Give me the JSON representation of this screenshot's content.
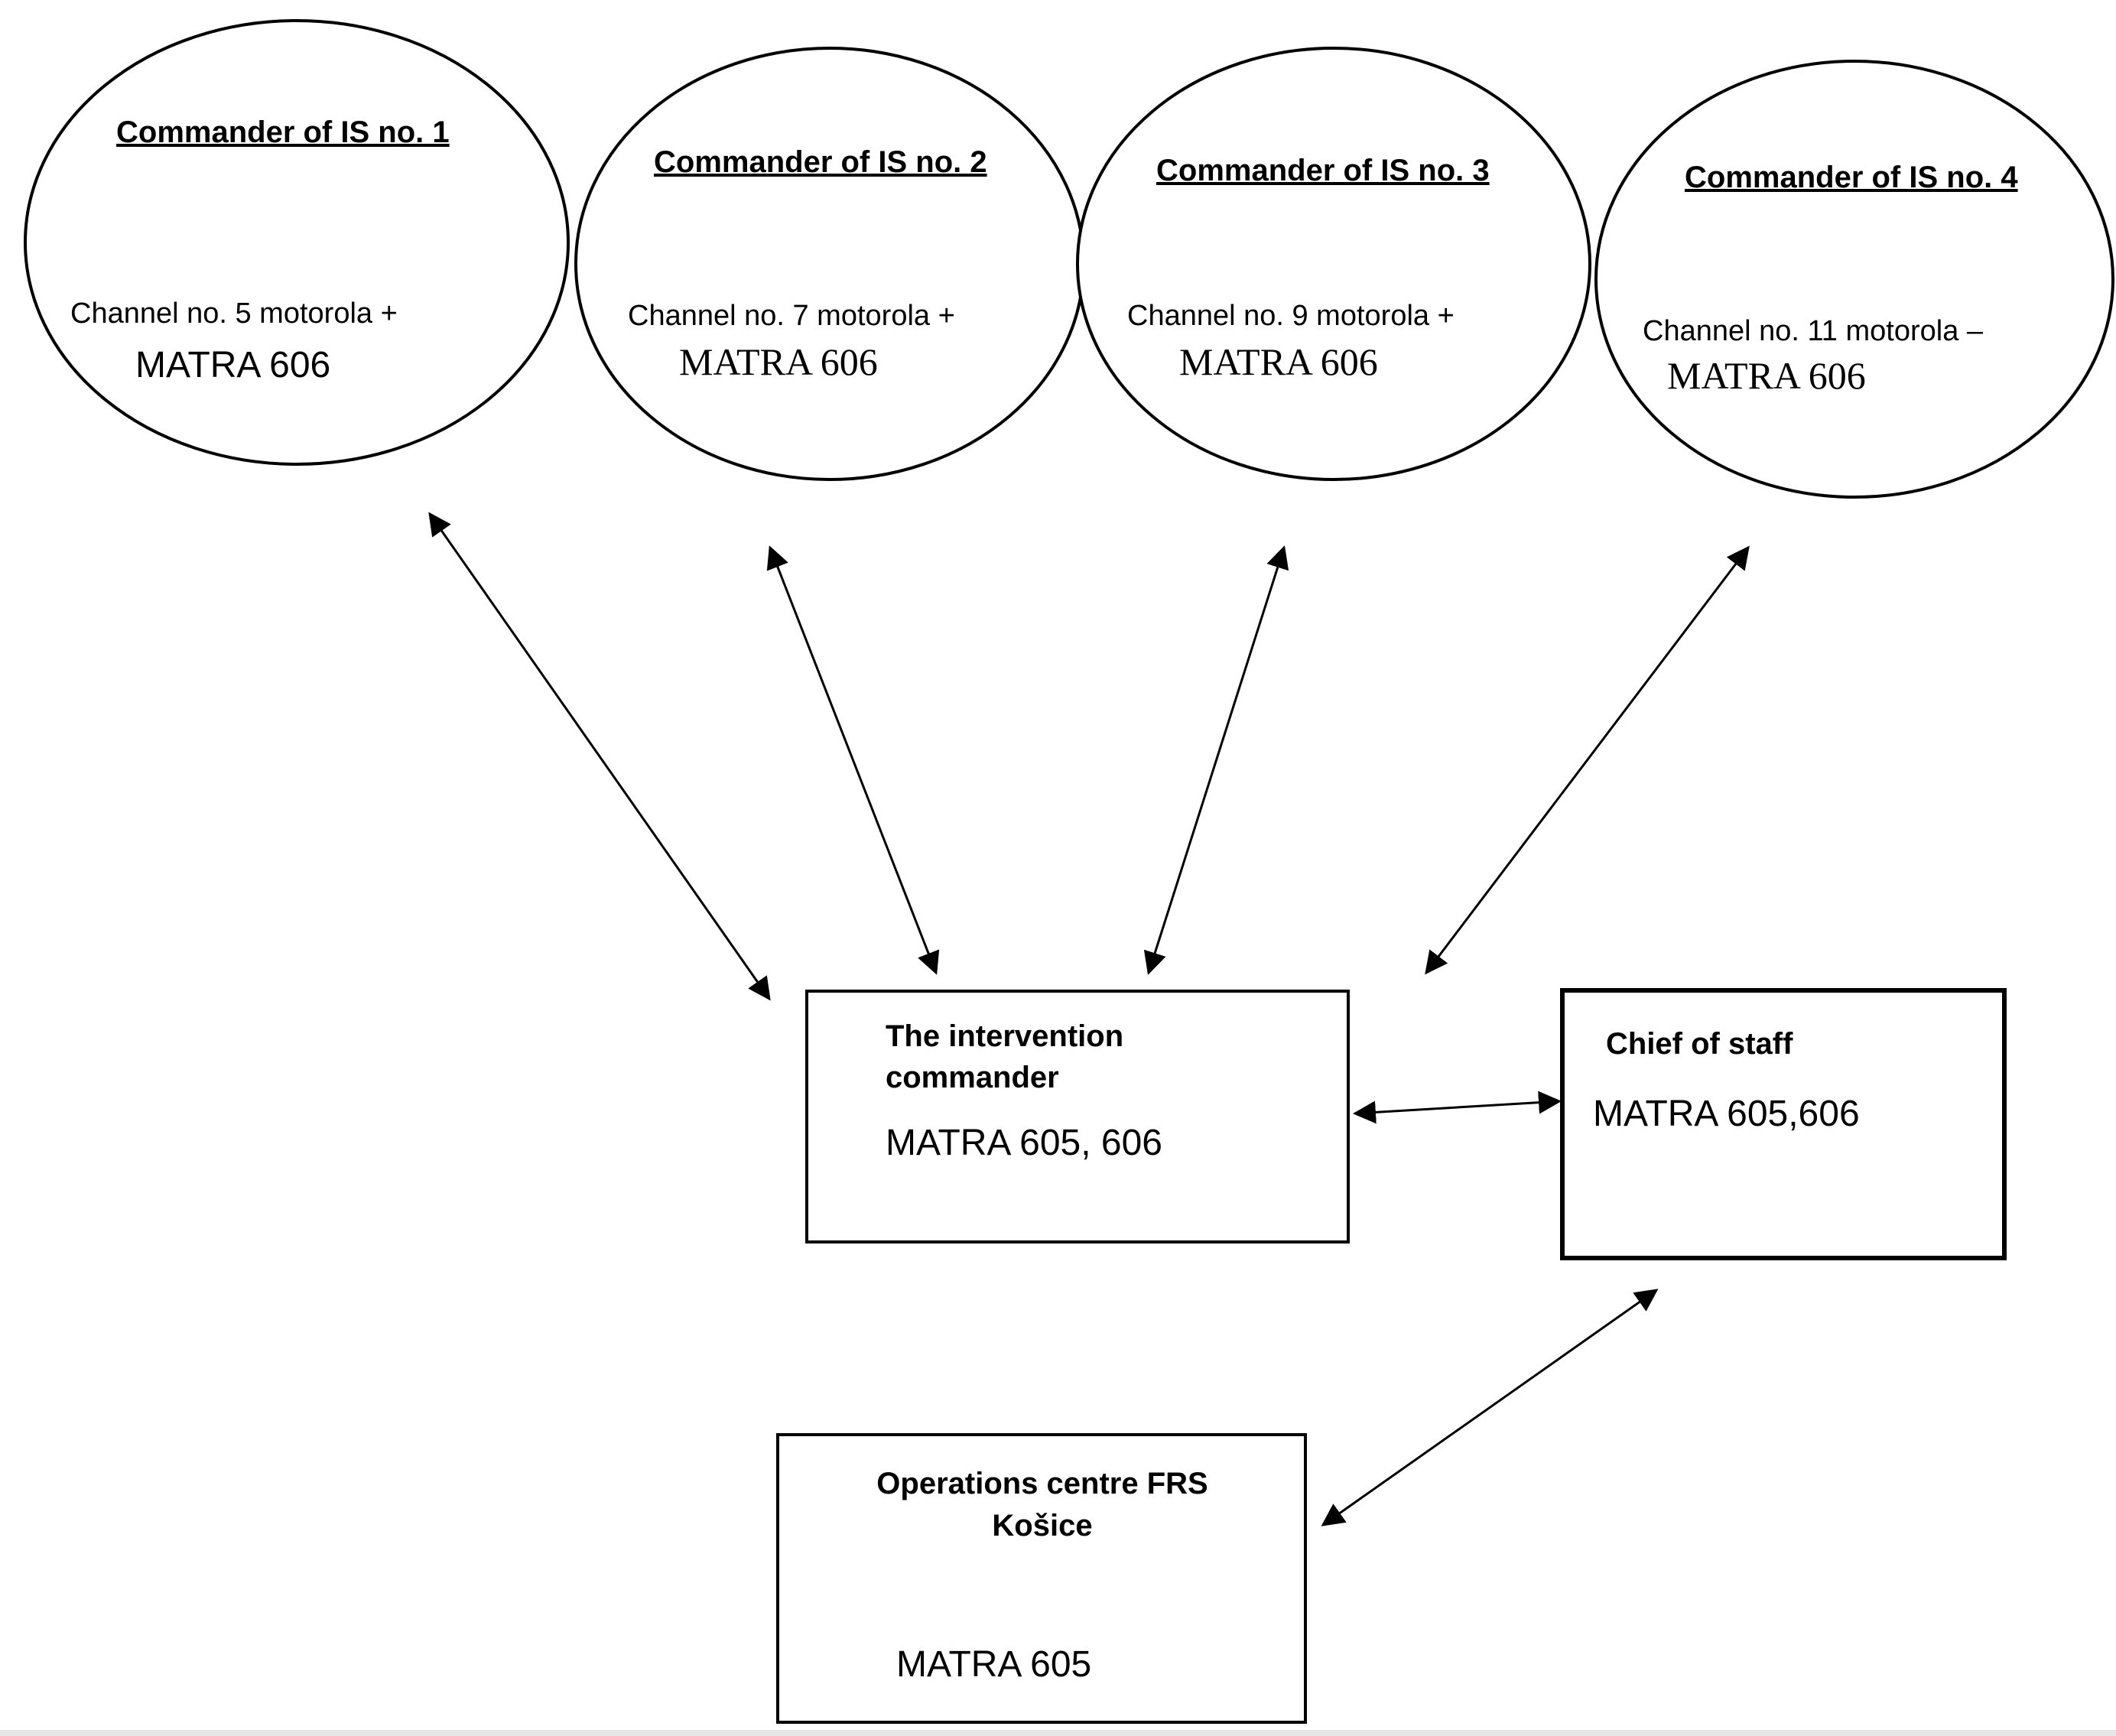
{
  "commanders": [
    {
      "title": "Commander of IS no. 1",
      "channel": "Channel no. 5 motorola  +",
      "radio": "MATRA 606"
    },
    {
      "title": "Commander of IS no. 2",
      "channel": "Channel no. 7 motorola +",
      "radio": "MATRA  606"
    },
    {
      "title": "Commander of IS no. 3",
      "channel": "Channel no. 9 motorola +",
      "radio": "MATRA  606"
    },
    {
      "title": "Commander of IS no. 4",
      "channel": "Channel no. 11 motorola –",
      "radio": "MATRA  606"
    }
  ],
  "intervention": {
    "title_line1": "The intervention",
    "title_line2": "commander",
    "radio": "MATRA 605, 606"
  },
  "chief": {
    "title": "Chief of staff",
    "radio": "MATRA 605,606"
  },
  "operations": {
    "title_line1": "Operations centre FRS",
    "title_line2": "Košice",
    "radio": "MATRA 605"
  }
}
